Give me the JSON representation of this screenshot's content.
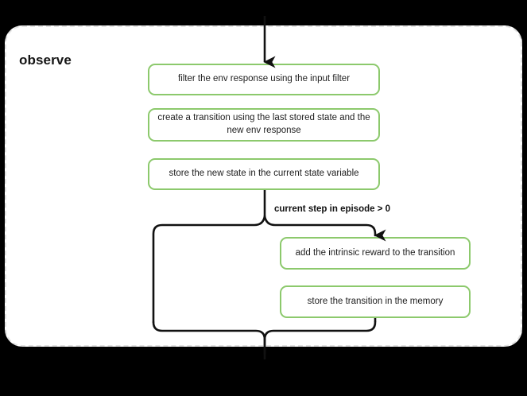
{
  "diagram": {
    "background_color": "#000000",
    "card_color": "#ffffff",
    "card_border_color": "#e2e2e2",
    "node_border_color": "#8cc96c",
    "connector_color": "#111111",
    "group": {
      "title": "observe"
    },
    "nodes": [
      {
        "id": "filter-env-response",
        "label": "filter the env response using the input filter"
      },
      {
        "id": "create-transition",
        "label": "create a transition using the last stored state and the new env response"
      },
      {
        "id": "store-new-state",
        "label": "store the new state in the current state variable"
      },
      {
        "id": "add-intrinsic-reward",
        "label": "add the intrinsic reward to the transition"
      },
      {
        "id": "store-transition-memory",
        "label": "store the transition in the memory"
      }
    ],
    "edges": [
      {
        "id": "branch-condition",
        "label": "current step in episode > 0"
      }
    ]
  }
}
